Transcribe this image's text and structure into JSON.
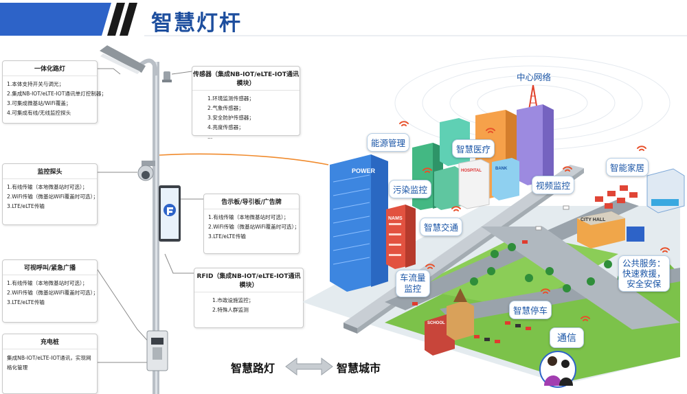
{
  "header": {
    "title": "智慧灯杆"
  },
  "left_cards": [
    {
      "title": "一体化路灯",
      "items": [
        "1.本体支持开关与调光；",
        "2.集成NB-IOT/eLTE-IOT通讯单灯控制器；",
        "3.可集成微基站/WiFi覆盖；",
        "4.可集成有线/无线监控探头"
      ]
    },
    {
      "title": "监控探头",
      "items": [
        "1.有线传输（本地微基站时可选）；",
        "2.WiFi传输（微基站WiFi覆盖时可选）；",
        "3.LTE/eLTE传输"
      ]
    },
    {
      "title": "可视呼叫/紧急广播",
      "items": [
        "1.有线传输（本地微基站时可选）；",
        "2.WiFi传输（微基站WiFi覆盖时可选）；",
        "3.LTE/eLTE传输"
      ]
    },
    {
      "title": "充电桩",
      "text": "集成NB-IOT/eLTE-IOT通讯，实现网格化管理"
    }
  ],
  "right_cards": [
    {
      "title": "传感器（集成NB-IOT/eLTE-IOT通讯模块）",
      "items": [
        "1.环境监测传感器；",
        "2.气象传感器；",
        "3.安全防护传感器；",
        "4.亮度传感器；",
        "..."
      ]
    },
    {
      "title": "告示板/导引板/广告牌",
      "items": [
        "1.有线传输（本地微基站时可选）；",
        "2.WiFi传输（微基站WiFi覆盖时可选）；",
        "3.LTE/eLTE传输"
      ]
    },
    {
      "title": "RFID（集成NB-IOT/eLTE-IOT通讯模块）",
      "items": [
        "1.市政设施监控；",
        "2.特殊人群监测"
      ]
    }
  ],
  "city": {
    "network_label": "中心网络",
    "bubbles": {
      "energy": "能源管理",
      "medical": "智慧医疗",
      "pollution": "污染监控",
      "video": "视频监控",
      "home": "智能家居",
      "transport": "智慧交通",
      "traffic_line1": "车流量",
      "traffic_line2": "监控",
      "parking": "智慧停车",
      "public_line1": "公共服务：",
      "public_line2": "快速救援，",
      "public_line3": "安全安保",
      "comm": "通信"
    },
    "building_signs": {
      "power": "POWER",
      "nams": "NAMS",
      "hospital": "HOSPITAL",
      "bank": "BANK",
      "city_hall": "CITY HALL",
      "school": "SCHOOL"
    }
  },
  "bottom": {
    "left": "智慧路灯",
    "right": "智慧城市"
  },
  "colors": {
    "title": "#1d4e9e",
    "header_bar": "#2d63c8",
    "bubble_text": "#1a55a6",
    "grass": "#7cc24a",
    "road": "#9aa3ab"
  }
}
